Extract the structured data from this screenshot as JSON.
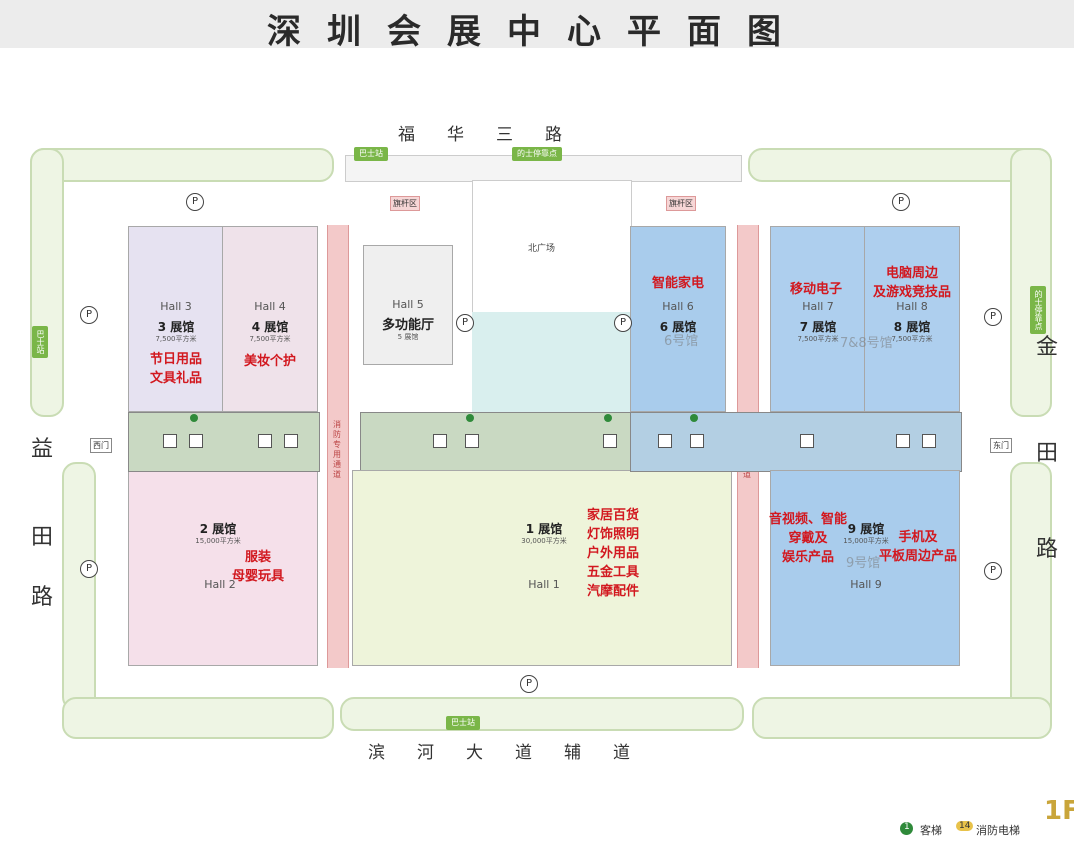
{
  "title": "深圳会展中心平面图",
  "roads": {
    "north": "福华三路",
    "south": "滨河大道辅道",
    "west": [
      "益",
      "田",
      "路"
    ],
    "east": [
      "金",
      "田",
      "路"
    ]
  },
  "bus_stops": {
    "north_left": "巴士站",
    "north_right": "的士停靠点",
    "south": "巴士站",
    "west": "巴士站",
    "east": "的士停靠点"
  },
  "gates": {
    "west": "西门",
    "east": "东门"
  },
  "north_plaza": "北广场",
  "hall5_area": "5 展馆",
  "flag_area_left": "旗杆区",
  "flag_area_right": "旗杆区",
  "fire_lane": "消防专用通道",
  "halls": {
    "hall3": {
      "en": "Hall 3",
      "cn": "3 展馆",
      "area": "7,500平方米",
      "products": [
        "节日用品",
        "文具礼品"
      ]
    },
    "hall4": {
      "en": "Hall 4",
      "cn": "4 展馆",
      "area": "7,500平方米",
      "products": [
        "美妆个护"
      ]
    },
    "hall5": {
      "en": "Hall 5",
      "cn": "多功能厅"
    },
    "hall6": {
      "en": "Hall 6",
      "cn": "6 展馆",
      "products": [
        "智能家电"
      ],
      "note": "6号馆"
    },
    "hall7": {
      "en": "Hall 7",
      "cn": "7 展馆",
      "area": "7,500平方米",
      "products": [
        "移动电子"
      ]
    },
    "hall8": {
      "en": "Hall 8",
      "cn": "8 展馆",
      "area": "7,500平方米",
      "products": [
        "电脑周边",
        "及游戏竞技品"
      ]
    },
    "hall78_note": "7&8号馆",
    "hall2": {
      "en": "Hall 2",
      "cn": "2 展馆",
      "area": "15,000平方米",
      "products": [
        "服装",
        "母婴玩具"
      ]
    },
    "hall1": {
      "en": "Hall 1",
      "cn": "1 展馆",
      "area": "30,000平方米",
      "products": [
        "家居百货",
        "灯饰照明",
        "户外用品",
        "五金工具",
        "汽摩配件"
      ]
    },
    "hall9": {
      "en": "Hall 9",
      "cn": "9 展馆",
      "area": "15,000平方米",
      "products_left": [
        "音视频、智能",
        "穿戴及",
        "娱乐产品"
      ],
      "products_right": [
        "手机及",
        "平板周边产品"
      ],
      "note": "9号馆"
    }
  },
  "parking_symbol": "P",
  "legend": {
    "elevator": "客梯",
    "fire_elevator_num": "14",
    "fire_elevator": "消防电梯",
    "elevator_num": "1"
  },
  "floor": "1F",
  "colors": {
    "hall_lilac": "#e6e2f1",
    "hall_pink": "#f5e0ea",
    "hall_yellow": "#eef4da",
    "hall_blue": "#a9ccec",
    "road_green": "#eef5e4",
    "fire_red": "#f3c9c9"
  }
}
